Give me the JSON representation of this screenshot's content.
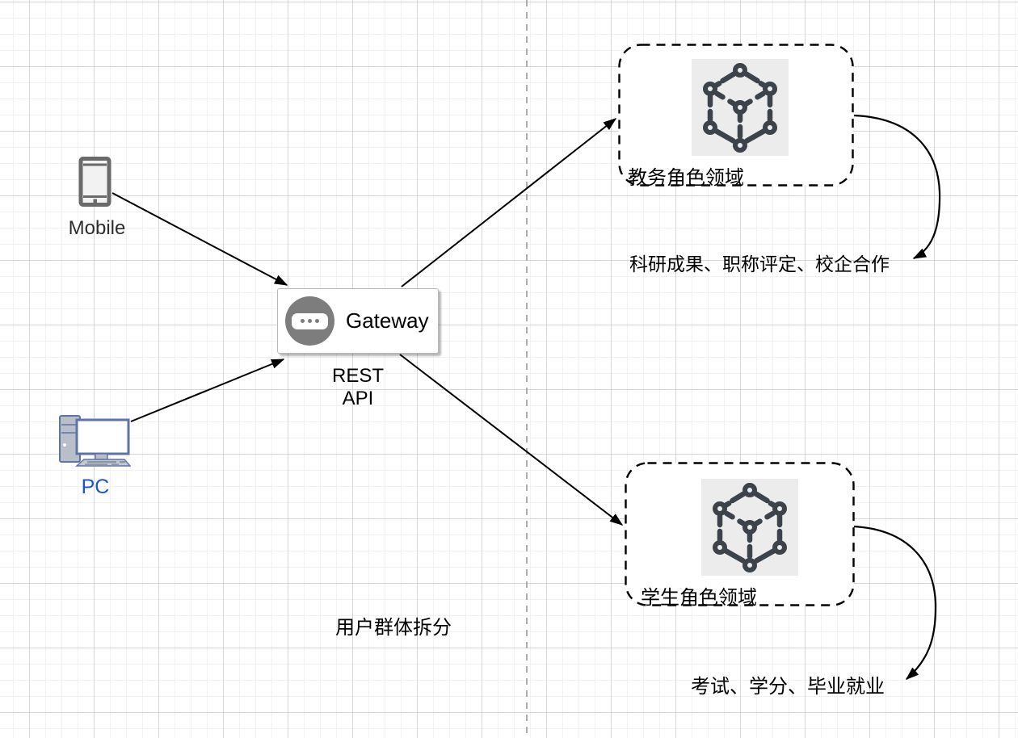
{
  "diagram": {
    "nodes": {
      "mobile": {
        "label": "Mobile",
        "icon": "mobile-icon"
      },
      "pc": {
        "label": "PC",
        "icon": "pc-icon",
        "label_color": "#1A56C8"
      },
      "gateway": {
        "label": "Gateway",
        "icon": "gateway-router-icon",
        "protocol_line1": "REST",
        "protocol_line2": "API"
      },
      "domain_top": {
        "label": "教务角色领域",
        "icon": "cube-icon",
        "border_style": "dashed"
      },
      "domain_bottom": {
        "label": "学生角色领域",
        "icon": "cube-icon",
        "border_style": "dashed"
      }
    },
    "annotations": {
      "academic_note": "科研成果、职称评定、校企合作",
      "student_note": "考试、学分、毕业就业",
      "caption": "用户群体拆分"
    },
    "edges": [
      {
        "from": "mobile",
        "to": "gateway"
      },
      {
        "from": "pc",
        "to": "gateway"
      },
      {
        "from": "gateway",
        "to": "domain_top"
      },
      {
        "from": "gateway",
        "to": "domain_bottom"
      },
      {
        "from": "domain_top",
        "to": "academic_note"
      },
      {
        "from": "domain_bottom",
        "to": "student_note"
      }
    ],
    "colors": {
      "edge": "#000000",
      "domain_border": "#000000",
      "pc_label": "#1A56C8",
      "gateway_icon_bg": "#7D7D7D",
      "cube_icon": "#3C434B",
      "cube_icon_bg": "#ECECEC",
      "divider": "#AEAEAE",
      "grid_minor": "#F2F2F2",
      "grid_major": "#D6D6D6"
    }
  }
}
